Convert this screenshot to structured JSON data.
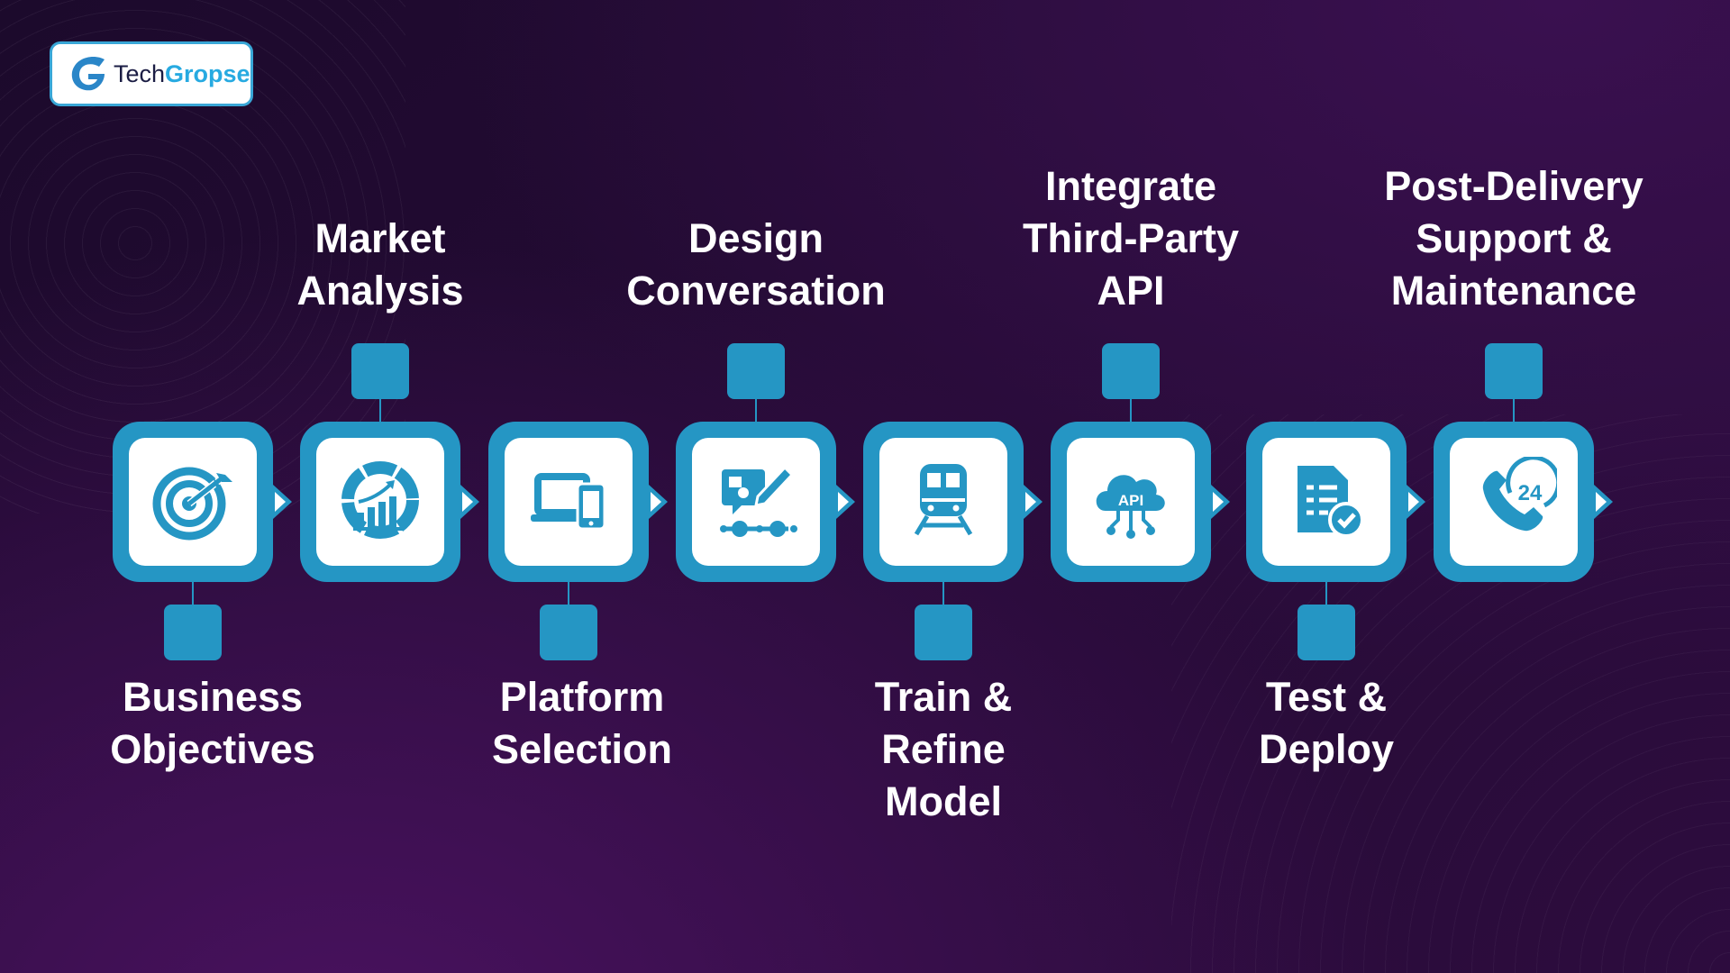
{
  "logo": {
    "text_dark": "Tech",
    "text_blue": "Gropse"
  },
  "colors": {
    "accent": "#2596c4",
    "background": "#230b33"
  },
  "steps": [
    {
      "label": "Business\nObjectives",
      "icon": "target-icon",
      "position": "bottom"
    },
    {
      "label": "Market\nAnalysis",
      "icon": "growth-chart-icon",
      "position": "top"
    },
    {
      "label": "Platform\nSelection",
      "icon": "devices-icon",
      "position": "bottom"
    },
    {
      "label": "Design\nConversation",
      "icon": "chat-design-icon",
      "position": "top"
    },
    {
      "label": "Train &\nRefine\nModel",
      "icon": "train-icon",
      "position": "bottom"
    },
    {
      "label": "Integrate\nThird-Party\nAPI",
      "icon": "api-cloud-icon",
      "position": "top"
    },
    {
      "label": "Test &\nDeploy",
      "icon": "document-check-icon",
      "position": "bottom"
    },
    {
      "label": "Post-Delivery\nSupport &\nMaintenance",
      "icon": "support-24-icon",
      "position": "top"
    }
  ]
}
